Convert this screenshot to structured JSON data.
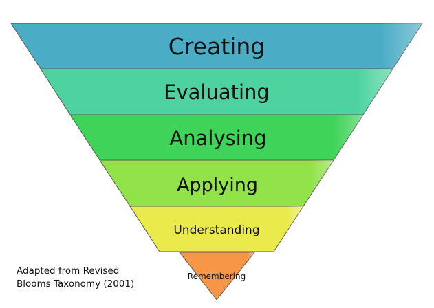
{
  "levels": [
    {
      "label": "Creating",
      "color": "#4BACC6"
    },
    {
      "label": "Evaluating",
      "color": "#4ED3A0"
    },
    {
      "label": "Analysing",
      "color": "#3FD35A"
    },
    {
      "label": "Applying",
      "color": "#92E24A"
    },
    {
      "label": "Understanding",
      "color": "#EAEA4C"
    },
    {
      "label": "Remembering",
      "color": "#F79646"
    }
  ],
  "caption": {
    "line1": "Adapted from Revised",
    "line2": "Blooms Taxonomy (2001)"
  }
}
